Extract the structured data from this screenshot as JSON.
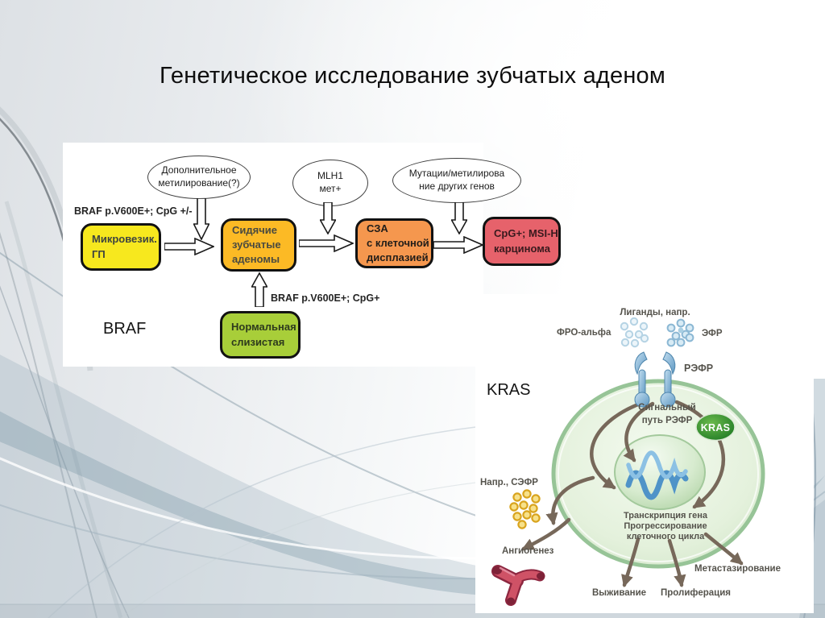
{
  "slide": {
    "title": "Генетическое исследование зубчатых аденом"
  },
  "flowchart": {
    "annotations": {
      "top": "BRAF p.V600E+; CpG +/-",
      "bottom": "BRAF p.V600E+; CpG+"
    },
    "gene_label": "BRAF",
    "ellipses": [
      {
        "lines": [
          "Дополнительное",
          "метилирование(?)"
        ]
      },
      {
        "lines": [
          "MLH1",
          "мет+"
        ]
      },
      {
        "lines": [
          "Мутации/метилирова",
          "ние других генов"
        ]
      }
    ],
    "boxes": [
      {
        "lines": [
          "Микровезик.",
          "ГП"
        ],
        "fill": "#f7e81e",
        "text_color": "#3d4340"
      },
      {
        "lines": [
          "Сидячие",
          "зубчатые",
          "аденомы"
        ],
        "fill": "#fcba25",
        "text_color": "#4a4a40"
      },
      {
        "lines": [
          "СЗА",
          "с клеточной",
          "дисплазией"
        ],
        "fill": "#f5974e",
        "text_color": "#211d19"
      },
      {
        "lines": [
          "CpG+; MSI-H",
          "карцинома"
        ],
        "fill": "#e6626b",
        "text_color": "#391a1e"
      },
      {
        "lines": [
          "Нормальная",
          "слизистая"
        ],
        "fill": "#a8ce39",
        "text_color": "#2d3a1d"
      }
    ]
  },
  "cell": {
    "gene_label": "KRAS",
    "ligands": "Лиганды, напр.",
    "tgf_alpha": "ФРО-альфа",
    "egf": "ЭФР",
    "egfr": "РЭФР",
    "signal_path": [
      "Сигнальный",
      "путь РЭФР"
    ],
    "kras_badge": "KRAS",
    "transcription": [
      "Транскрипция гена",
      "Прогрессирование",
      "клеточного цикла"
    ],
    "vegf": "Напр., СЭФР",
    "angiogenesis": "Ангиогенез",
    "metastasis": "Метастазирование",
    "survival": "Выживание",
    "proliferation": "Пролиферация"
  },
  "colors": {
    "cell_arrow_brown": "#77685a",
    "kras_badge_green": "#2f8f2f",
    "receptor_blue": "#649cc5",
    "dna_blue": "#5b9bd5",
    "vessel_red": "#bd3d53",
    "cell_fill": "#e4f1de",
    "cell_border": "#97c497",
    "wave_blue_gray": "#7e95a6"
  }
}
